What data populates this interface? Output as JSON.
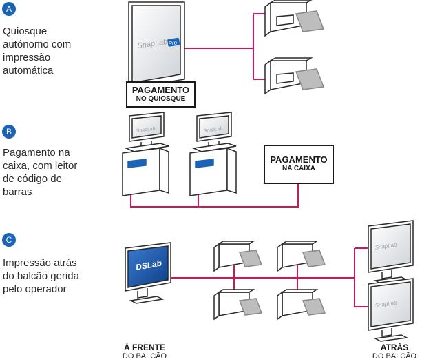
{
  "sections": [
    {
      "id": "A",
      "badge": "A",
      "text": "Quiosque\nautónomo com\nimpressão\nautomática"
    },
    {
      "id": "B",
      "badge": "B",
      "text": "Pagamento na\ncaixa, com leitor\nde código de\nbarras"
    },
    {
      "id": "C",
      "badge": "C",
      "text": "Impressão atrás\ndo balcão gerida\npelo operador"
    }
  ],
  "labels": {
    "kiosk_payment": {
      "line1": "PAGAMENTO",
      "line2": "NO QUIOSQUE"
    },
    "cashier_payment": {
      "line1": "PAGAMENTO",
      "line2": "NA CAIXA"
    }
  },
  "screen_logos": {
    "snaplab": "SnapLab",
    "pro": "Pro",
    "dslab": "DSLab"
  },
  "footer": {
    "front": {
      "line1": "À FRENTE",
      "line2": "DO BALCÃO"
    },
    "back": {
      "line1": "ATRÁS",
      "line2": "DO BALCÃO"
    }
  },
  "colors": {
    "accent": "#1b63b5",
    "connector": "#d4145a",
    "outline": "#2a2a2a"
  }
}
